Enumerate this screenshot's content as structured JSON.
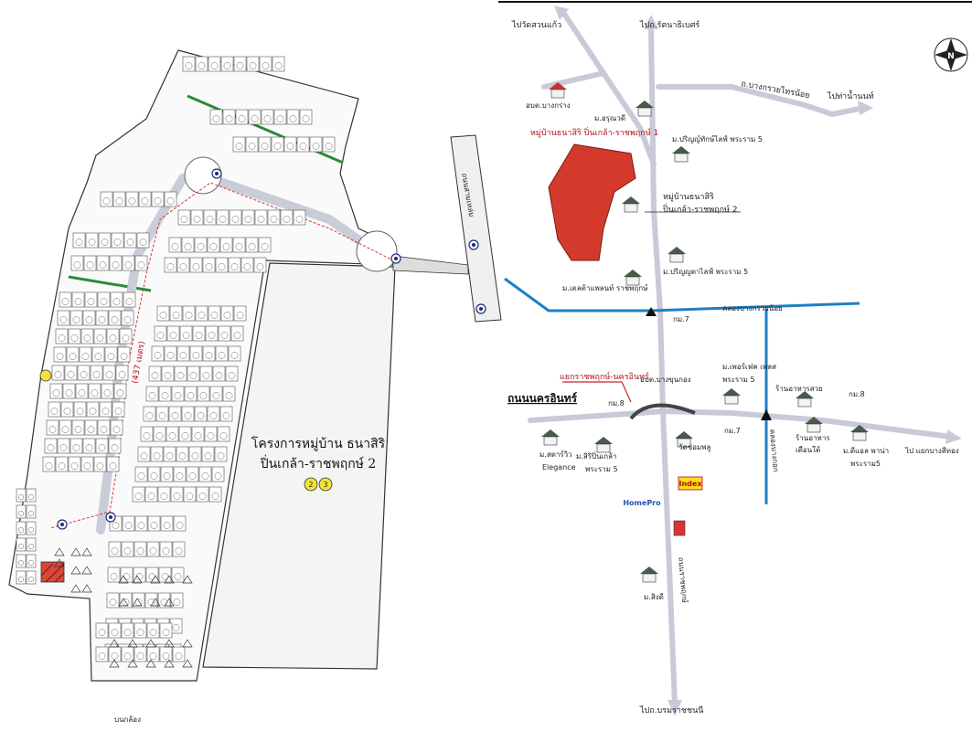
{
  "site_plan": {
    "project_label_line1": "โครงการหมู่บ้าน ธนาสิริ",
    "project_label_line2": "ปิ่นเกล้า-ราชพฤกษ์ 2",
    "phase_badge": "23",
    "distance_label": "(437 เมตร)",
    "bottom_caption": "บนกล้อง",
    "road_vertical_label": "ถนนสามเหล่ม"
  },
  "location_map": {
    "labels": {
      "top_left_dest": "ไปวัดสวนแก้ว",
      "top_dest": "ไปถ.รัตนาธิเบศร์",
      "right_top_dest": "ไปท่าน้ำนนท์",
      "road_bang_kruai": "ถ.บางกรวยไทรน้อย",
      "obt_bang_kruai": "อบต.บางกร่าง",
      "m_aruna": "ม.อรุณวดี",
      "project1": "หมู่บ้านธนาสิริ ปิ่นเกล้า-ราชพฤกษ์ 1",
      "m_prinyathaee": "ม.ปริญญ์ทักษ์ไลฟ์ พระราม 5",
      "project2_line1": "หมู่บ้านธนาสิริ",
      "project2_line2": "ปิ่นเกล้า-ราชพฤกษ์ 2",
      "m_prinyada": "ม.ปริญญดาไลฟ์ พระราม 5",
      "m_delta": "ม.เดลต้าแพลนท์ ราชพฤกษ์",
      "km7_top": "กม.7",
      "canal": "คลองบางกรวยน้อย",
      "junction": "แยกราชพฤกษ์-นครอินทร์",
      "obt_bang_khun_kong": "อบต.บางขุนกอง",
      "m_perfect_line1": "ม.เพอร์เฟค เพลส",
      "m_perfect_line2": "พระราม 5",
      "restaurant_suay": "ร้านอาหารสวย",
      "km8_right": "กม.8",
      "nakhon_in_road": "ถนนนครอินทร์",
      "km8_left": "กม.8",
      "km7_mid": "กม.7",
      "restaurant2_line1": "ร้านอาหาร",
      "restaurant2_line2": "เดือนใต้",
      "m_dl_line1": "ม.ดีแอล พาน่า",
      "m_dl_line2": "พระราม5",
      "right_dest": "ไป แยกบางสีทอง",
      "m_starview_line1": "ม.สตาร์วิว",
      "m_starview_line2": "Elegance",
      "m_siri_line1": "ม.สิริปิ่นเกล้า",
      "m_siri_line2": "พระราม 5",
      "wat_rom": "วัดซ่อมพลู",
      "index": "Index",
      "homepro": "HomePro",
      "m_sidi": "ม.สิงดี",
      "rachaphruek": "ถนนราชพฤกษ์",
      "bottom_dest": "ไปถ.บรมราชชนนี",
      "vertical_canal": "คลองบางกอก"
    }
  }
}
